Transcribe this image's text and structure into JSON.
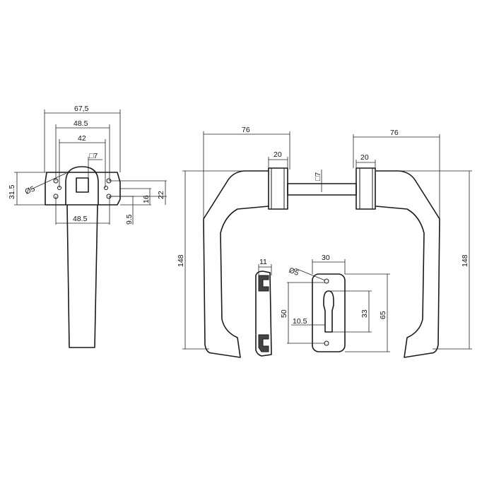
{
  "dimensions": {
    "left_total_width": "67,5",
    "left_hole_spacing_top": "48.5",
    "left_inner_width": "42",
    "left_square_top": "□7",
    "left_plate_height": "31.5",
    "left_hole_diameter": "Ø5",
    "left_height_16": "16",
    "left_height_22": "22",
    "left_offset_9_5": "9.5",
    "left_hole_spacing_bottom": "48.5",
    "handle_reach_left": "76",
    "handle_reach_right": "76",
    "rose_width_left": "20",
    "rose_width_right": "20",
    "spindle_square": "□7",
    "handle_height_left": "148",
    "handle_height_right": "148",
    "escutcheon_thickness": "11",
    "escutcheon_width": "30",
    "escutcheon_hole_diameter": "Ø5",
    "escutcheon_hole_spacing": "50",
    "cylinder_height": "33",
    "escutcheon_height": "65",
    "cylinder_width": "10.5"
  }
}
